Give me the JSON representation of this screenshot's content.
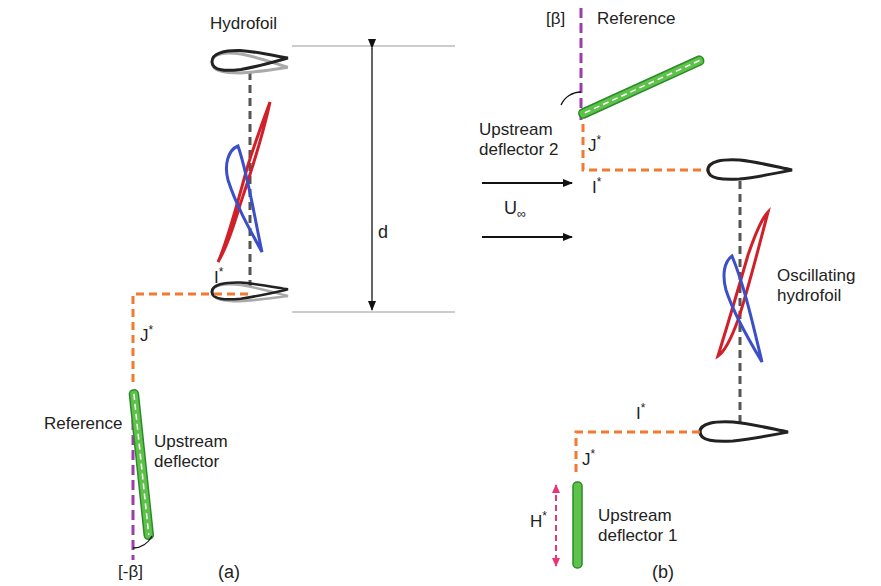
{
  "diagram": {
    "labels": [
      "Hydrofoil",
      "d",
      "I*",
      "J*",
      "Upstream deflector",
      "Reference",
      "[-β]",
      "(a)",
      "[β]",
      "Reference",
      "Upstream deflector 2",
      "J*",
      "I*",
      "U∞",
      "Oscillating hydrofoil",
      "I*",
      "J*",
      "H*",
      "Upstream deflector 1",
      "(b)"
    ]
  }
}
